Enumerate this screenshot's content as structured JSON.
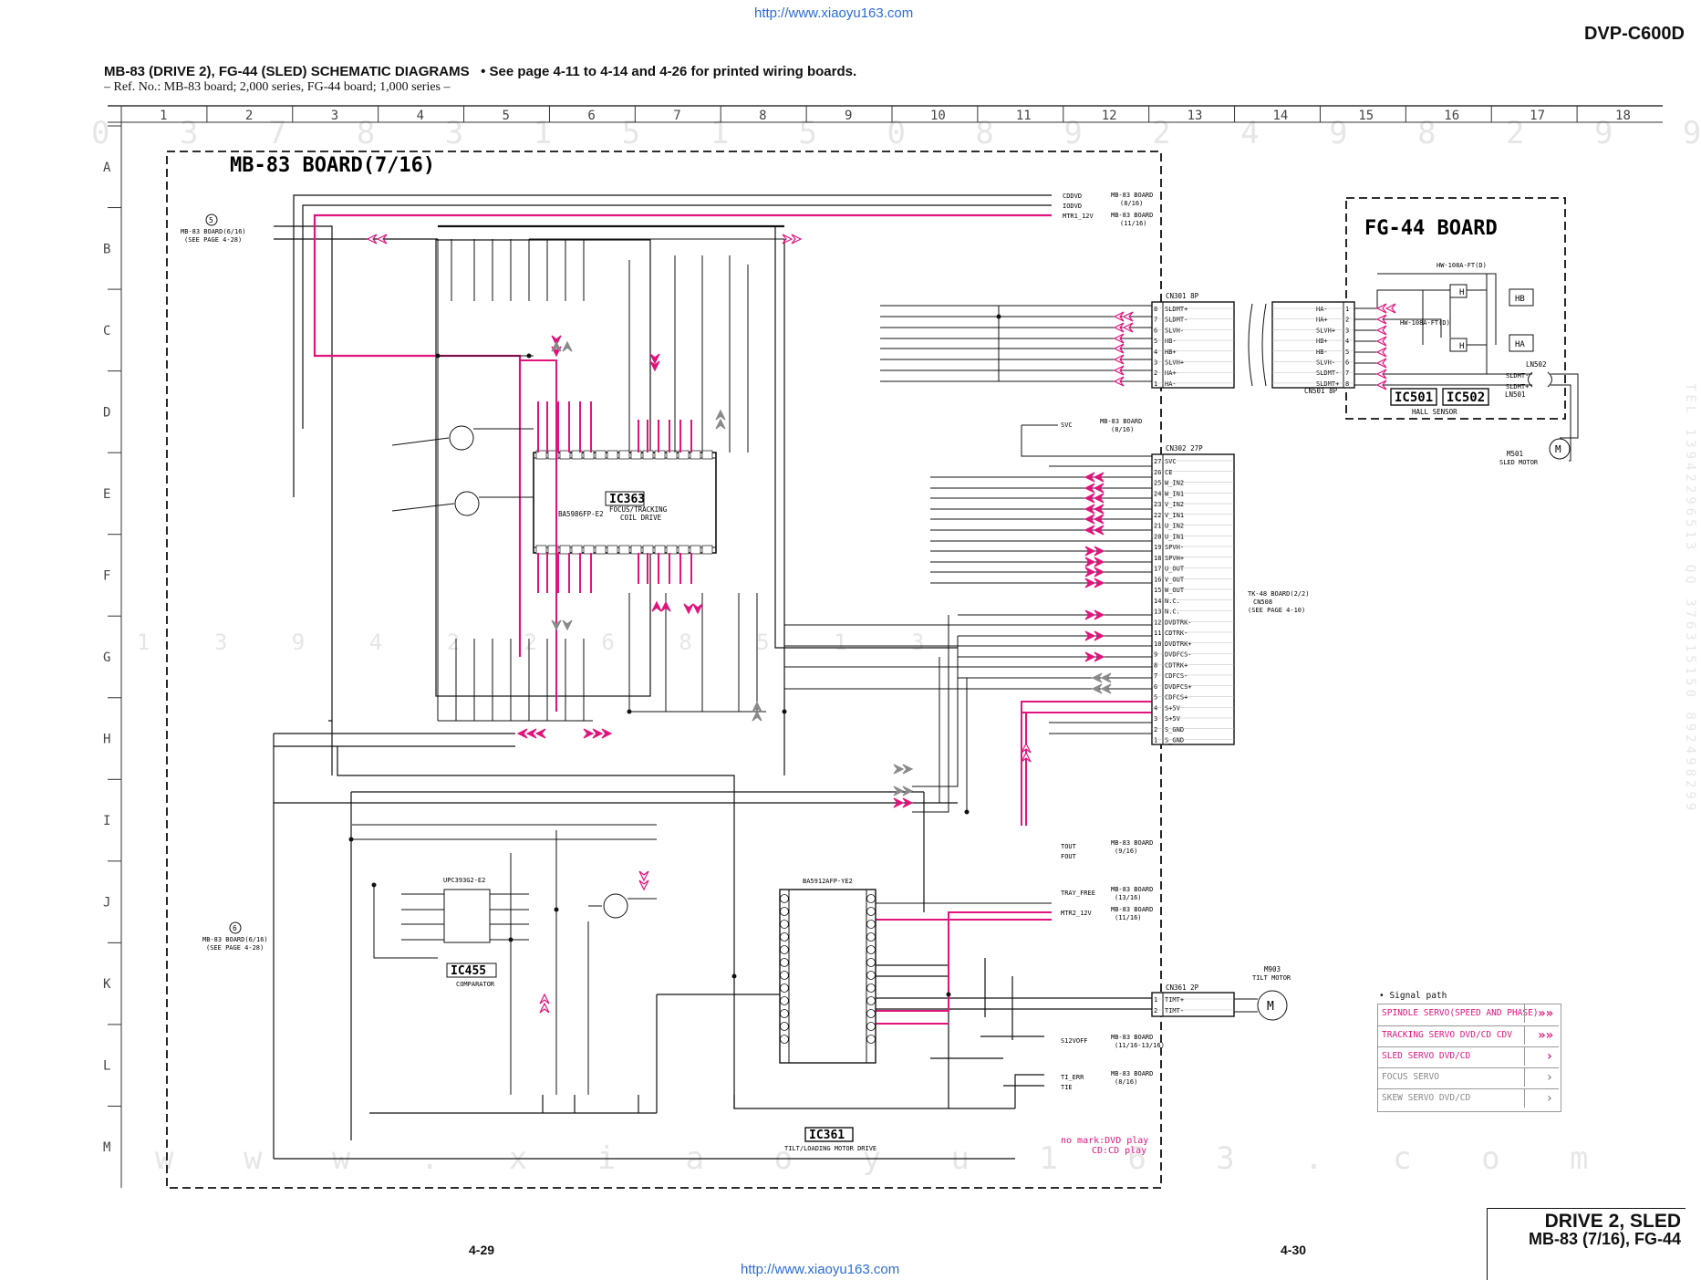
{
  "header": {
    "url_top": "http://www.xiaoyu163.com",
    "model": "DVP-C600D",
    "title_main": "MB-83 (DRIVE 2),  FG-44 (SLED) SCHEMATIC  DIAGRAMS",
    "title_note": "• See page 4-11 to 4-14 and 4-26 for printed wiring boards.",
    "ref_line": "– Ref. No.: MB-83 board; 2,000 series, FG-44 board; 1,000 series –"
  },
  "ruler": {
    "columns": [
      "1",
      "2",
      "3",
      "4",
      "5",
      "6",
      "7",
      "8",
      "9",
      "10",
      "11",
      "12",
      "13",
      "14",
      "15",
      "16",
      "17",
      "18"
    ],
    "rows": [
      "A",
      "B",
      "C",
      "D",
      "E",
      "F",
      "G",
      "H",
      "I",
      "J",
      "K",
      "L",
      "M"
    ]
  },
  "boards": {
    "mb83": "MB-83 BOARD(7/16)",
    "fg44": "FG-44 BOARD"
  },
  "ics": {
    "ic363": {
      "name": "IC363",
      "part": "BA5986FP-E2",
      "desc1": "FOCUS/TRACKING",
      "desc2": "COIL DRIVE"
    },
    "ic455": {
      "name": "IC455",
      "part": "UPC393G2-E2",
      "desc": "COMPARATOR"
    },
    "ic361": {
      "name": "IC361",
      "part": "BA5912AFP-YE2",
      "desc": "TILT/LOADING MOTOR DRIVE"
    },
    "ic501": "IC501",
    "ic502": "IC502",
    "hall": "HALL SENSOR",
    "ic502_part": "HW-108A-FT(D)",
    "ic501_part": "HW-108A-FT(D)",
    "m501": "M501",
    "m501_desc": "SLED MOTOR",
    "m903": "M903",
    "m903_desc": "TILT MOTOR"
  },
  "connectors": {
    "cn301": {
      "name": "CN301 8P",
      "pins": [
        {
          "n": "8",
          "s": "SLDMT+"
        },
        {
          "n": "7",
          "s": "SLDMT-"
        },
        {
          "n": "6",
          "s": "SLVH-"
        },
        {
          "n": "5",
          "s": "HB-"
        },
        {
          "n": "4",
          "s": "HB+"
        },
        {
          "n": "3",
          "s": "SLVH+"
        },
        {
          "n": "2",
          "s": "HA+"
        },
        {
          "n": "1",
          "s": "HA-"
        }
      ]
    },
    "cn501": {
      "name": "CN501 8P",
      "pins": [
        {
          "n": "1",
          "s": "HA-"
        },
        {
          "n": "2",
          "s": "HA+"
        },
        {
          "n": "3",
          "s": "SLVH+"
        },
        {
          "n": "4",
          "s": "HB+"
        },
        {
          "n": "5",
          "s": "HB-"
        },
        {
          "n": "6",
          "s": "SLVH-"
        },
        {
          "n": "7",
          "s": "SLDMT-"
        },
        {
          "n": "8",
          "s": "SLDMT+"
        }
      ]
    },
    "cn302": {
      "name": "CN302 27P",
      "pins": [
        {
          "n": "27",
          "s": "SVC"
        },
        {
          "n": "26",
          "s": "CE"
        },
        {
          "n": "25",
          "s": "W_IN2"
        },
        {
          "n": "24",
          "s": "W_IN1"
        },
        {
          "n": "23",
          "s": "V_IN2"
        },
        {
          "n": "22",
          "s": "V_IN1"
        },
        {
          "n": "21",
          "s": "U_IN2"
        },
        {
          "n": "20",
          "s": "U_IN1"
        },
        {
          "n": "19",
          "s": "SPVH-"
        },
        {
          "n": "18",
          "s": "SPVH+"
        },
        {
          "n": "17",
          "s": "U_OUT"
        },
        {
          "n": "16",
          "s": "V_OUT"
        },
        {
          "n": "15",
          "s": "W_OUT"
        },
        {
          "n": "14",
          "s": "N.C."
        },
        {
          "n": "13",
          "s": "N.C."
        },
        {
          "n": "12",
          "s": "DVDTRK-"
        },
        {
          "n": "11",
          "s": "CDTRK-"
        },
        {
          "n": "10",
          "s": "DVDTRK+"
        },
        {
          "n": "9",
          "s": "DVDFCS-"
        },
        {
          "n": "8",
          "s": "CDTRK+"
        },
        {
          "n": "7",
          "s": "CDFCS-"
        },
        {
          "n": "6",
          "s": "DVDFCS+"
        },
        {
          "n": "5",
          "s": "CDFCS+"
        },
        {
          "n": "4",
          "s": "S+5V"
        },
        {
          "n": "3",
          "s": "S+5V"
        },
        {
          "n": "2",
          "s": "S_GND"
        },
        {
          "n": "1",
          "s": "S_GND"
        }
      ]
    },
    "cn361": {
      "name": "CN361 2P",
      "pins": [
        {
          "n": "1",
          "s": "TIMT+"
        },
        {
          "n": "2",
          "s": "TIMT-"
        }
      ]
    },
    "ln502": {
      "name": "LN502",
      "pins": [
        "SLDMT-",
        "SLDMT+"
      ]
    },
    "ln501": "LN501",
    "tk48": [
      "TK-48 BOARD(2/2)",
      "CN508",
      "(SEE PAGE 4-10)"
    ]
  },
  "offpage": {
    "top": [
      {
        "sig": "CDDVD",
        "dest": "MB-83 BOARD",
        "page": "(8/16)"
      },
      {
        "sig": "IODVD",
        "dest": "",
        "page": ""
      },
      {
        "sig": "MTR1_12V",
        "dest": "MB-83 BOARD",
        "page": "(11/16)"
      }
    ],
    "svc": {
      "sig": "SVC",
      "dest": "MB-83 BOARD",
      "page": "(8/16)"
    },
    "right": [
      {
        "sig": "TOUT",
        "dest": "MB-83 BOARD",
        "page": "(9/16)"
      },
      {
        "sig": "FOUT",
        "dest": "",
        "page": ""
      },
      {
        "sig": "TRAY_FREE",
        "dest": "MB-83 BOARD",
        "page": "(13/16)"
      },
      {
        "sig": "MTR2_12V",
        "dest": "MB-83 BOARD",
        "page": "(11/16)"
      },
      {
        "sig": "S12VOFF",
        "dest": "MB-83 BOARD",
        "page": "(11/16-13/16)"
      },
      {
        "sig": "TI_ERR",
        "dest": "MB-83 BOARD",
        "page": "(8/16)"
      },
      {
        "sig": "TIE",
        "dest": "",
        "page": ""
      }
    ],
    "left5": {
      "num": "5",
      "board": "MB-83 BOARD(6/16)",
      "page": "(SEE PAGE 4-28)"
    },
    "left6": {
      "num": "6",
      "board": "MB-83 BOARD(6/16)",
      "page": "(SEE PAGE 4-28)"
    }
  },
  "legend": {
    "heading": "• Signal path",
    "rows": [
      {
        "label": "SPINDLE SERVO(SPEED AND PHASE)",
        "color": "#e0147c"
      },
      {
        "label": "TRACKING SERVO DVD/CD CDV",
        "color": "#e0147c"
      },
      {
        "label": "SLED SERVO DVD/CD",
        "color": "#e0147c"
      },
      {
        "label": "FOCUS SERVO",
        "color": "#888888"
      },
      {
        "label": "SKEW SERVO DVD/CD",
        "color": "#888888"
      }
    ]
  },
  "notes": {
    "line1": "no mark:DVD play",
    "line2": "CD:CD play"
  },
  "footer": {
    "page_left": "4-29",
    "page_right": "4-30",
    "url_bottom": "http://www.xiaoyu163.com",
    "section1": "DRIVE 2, SLED",
    "section2": "MB-83 (7/16), FG-44"
  },
  "watermark": {
    "top_digits": "0 3 7 8 3 1 5 1 5 0 8 9 2 4 9 8 2 9 9",
    "mid_digits": "1 3 9 4 2 2 6 8 5 1 3",
    "bottom_text": "w w w . x i a o y u 1 6 3 . c o m",
    "side_right": "TEL 13942296513  QQ 376315150  892498299"
  },
  "colors": {
    "signal": "#e0147c",
    "gray": "#8a8a8a",
    "line": "#111111"
  }
}
